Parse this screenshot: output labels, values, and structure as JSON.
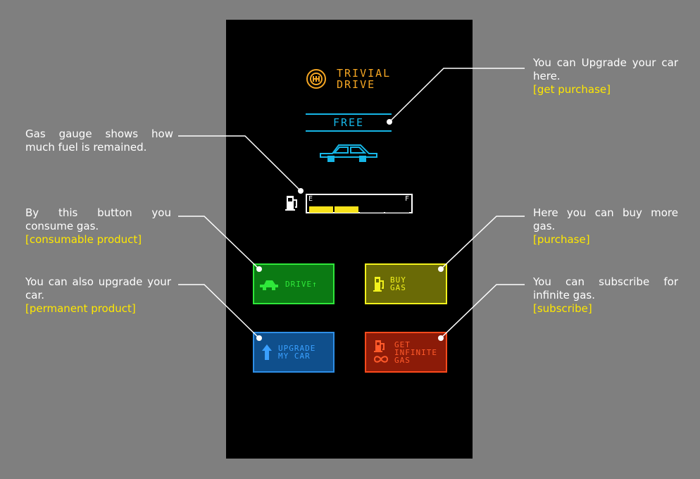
{
  "app": {
    "logo_text": "TRIVIAL\nDRIVE",
    "tier_label": "FREE"
  },
  "gauge": {
    "empty_label": "E",
    "full_label": "F",
    "fuel_level": 2,
    "fuel_capacity": 4
  },
  "buttons": {
    "drive": "DRIVE↑",
    "buy_gas": "BUY\nGAS",
    "upgrade": "UPGRADE\nMY CAR",
    "infinite_gas": "GET\nINFINITE\nGAS"
  },
  "annotations": {
    "gas_gauge": {
      "text": "Gas gauge shows how much fuel is remained.",
      "tag": ""
    },
    "drive": {
      "text": "By this button you consume gas.",
      "tag": "[consumable product]"
    },
    "upgrade_left": {
      "text": "You can also upgrade your car.",
      "tag": "[permanent product]"
    },
    "upgrade_right": {
      "text": "You can Upgrade your car here.",
      "tag": "[get purchase]"
    },
    "buy_gas": {
      "text": "Here you can buy more gas.",
      "tag": "[purchase]"
    },
    "subscribe": {
      "text": "You can subscribe for infinite gas.",
      "tag": "[subscribe]"
    }
  },
  "colors": {
    "background": "#7f7f7f",
    "screen": "#000000",
    "logo": "#f5a623",
    "tier": "#16b6e6",
    "fuel": "#f7e21a",
    "drive_button": "#2fe83a",
    "buy_button": "#f2f21c",
    "upgrade_button": "#2e8fe8",
    "infinite_button": "#ff4a1c",
    "annotation_tag": "#ffe800"
  },
  "icons": {
    "logo": "gear-shift-icon",
    "car": "car-icon",
    "gauge": "fuel-pump-icon",
    "drive": "car-icon",
    "buy": "fuel-pump-icon",
    "upgrade": "arrow-up-icon",
    "infinite": "infinity-fuel-icon"
  }
}
